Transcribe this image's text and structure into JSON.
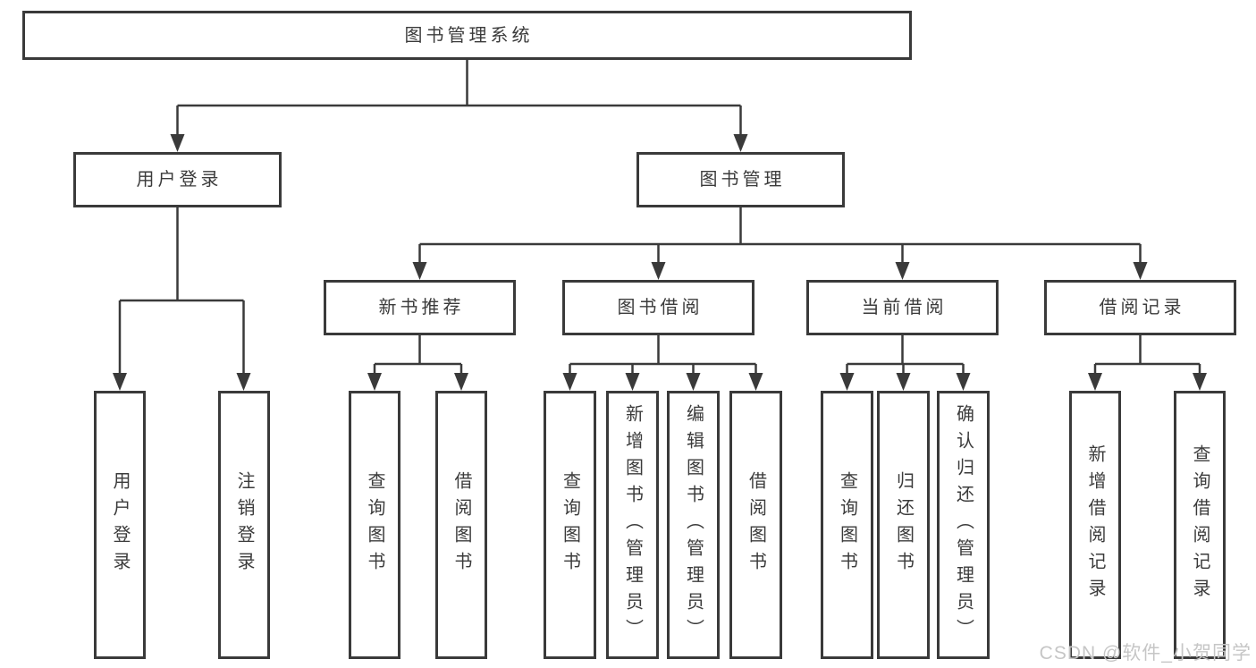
{
  "diagram": {
    "type": "hierarchy",
    "tree": {
      "root": {
        "label": "图书管理系统"
      },
      "branches": [
        {
          "label": "用户登录",
          "children": [
            {
              "label": "用户登录"
            },
            {
              "label": "注销登录"
            }
          ]
        },
        {
          "label": "图书管理",
          "children": [
            {
              "label": "新书推荐",
              "children": [
                {
                  "label": "查询图书"
                },
                {
                  "label": "借阅图书"
                }
              ]
            },
            {
              "label": "图书借阅",
              "children": [
                {
                  "label": "查询图书"
                },
                {
                  "label": "新增图书（管理员）"
                },
                {
                  "label": "编辑图书（管理员）"
                },
                {
                  "label": "借阅图书"
                }
              ]
            },
            {
              "label": "当前借阅",
              "children": [
                {
                  "label": "查询图书"
                },
                {
                  "label": "归还图书"
                },
                {
                  "label": "确认归还（管理员）"
                }
              ]
            },
            {
              "label": "借阅记录",
              "children": [
                {
                  "label": "新增借阅记录"
                },
                {
                  "label": "查询借阅记录"
                }
              ]
            }
          ]
        }
      ]
    },
    "colors": {
      "line": "#3a3a3a",
      "box_border": "#3a3a3a",
      "text": "#3b3b3b",
      "background": "#ffffff",
      "watermark": "#c6c6c6"
    }
  },
  "watermark": {
    "text": "CSDN @软件_小贺同学"
  }
}
